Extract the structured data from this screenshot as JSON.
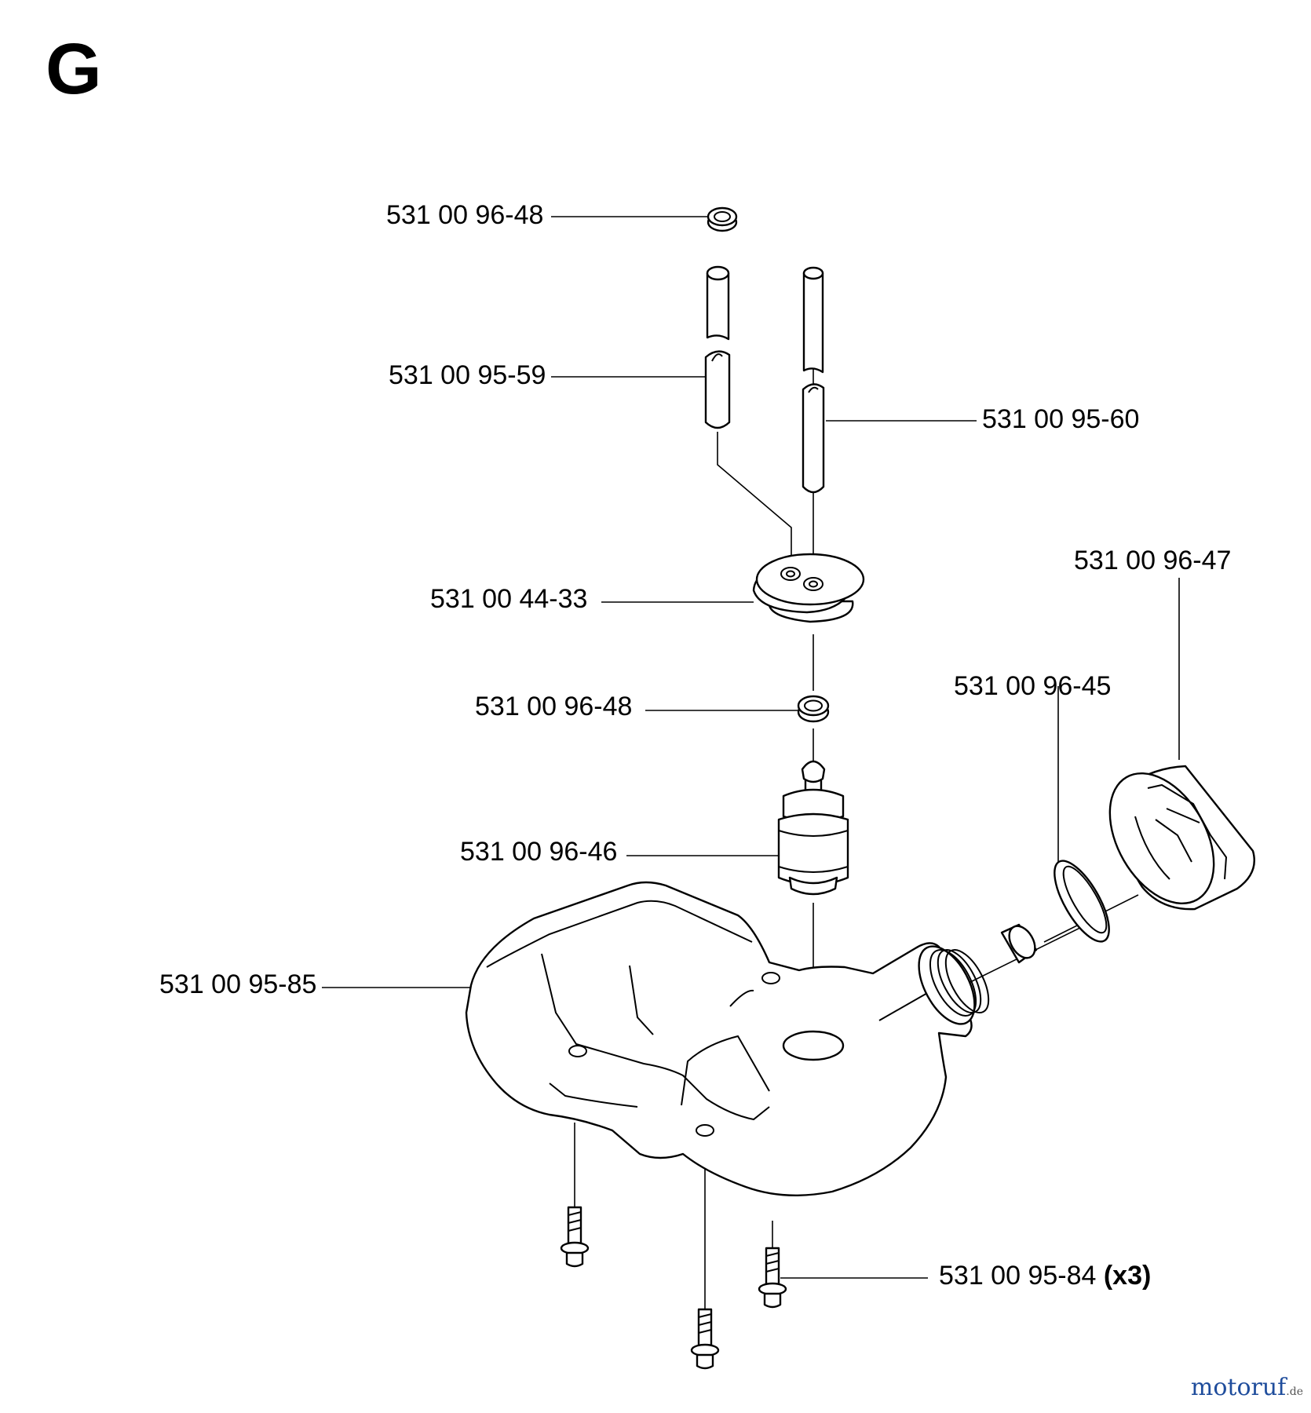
{
  "sheet": {
    "letter": "G"
  },
  "parts": [
    {
      "id": "p1",
      "number": "531 00 96-48",
      "qty": ""
    },
    {
      "id": "p2",
      "number": "531 00 95-59",
      "qty": ""
    },
    {
      "id": "p3",
      "number": "531 00 95-60",
      "qty": ""
    },
    {
      "id": "p4",
      "number": "531 00 96-47",
      "qty": ""
    },
    {
      "id": "p5",
      "number": "531 00 44-33",
      "qty": ""
    },
    {
      "id": "p6",
      "number": "531 00 96-45",
      "qty": ""
    },
    {
      "id": "p7",
      "number": "531 00 96-48",
      "qty": ""
    },
    {
      "id": "p8",
      "number": "531 00 96-46",
      "qty": ""
    },
    {
      "id": "p9",
      "number": "531 00 95-85",
      "qty": ""
    },
    {
      "id": "p10",
      "number": "531 00 95-84",
      "qty": "(x3)"
    }
  ],
  "watermark": {
    "brand": "motoruf",
    "tld": ".de"
  }
}
